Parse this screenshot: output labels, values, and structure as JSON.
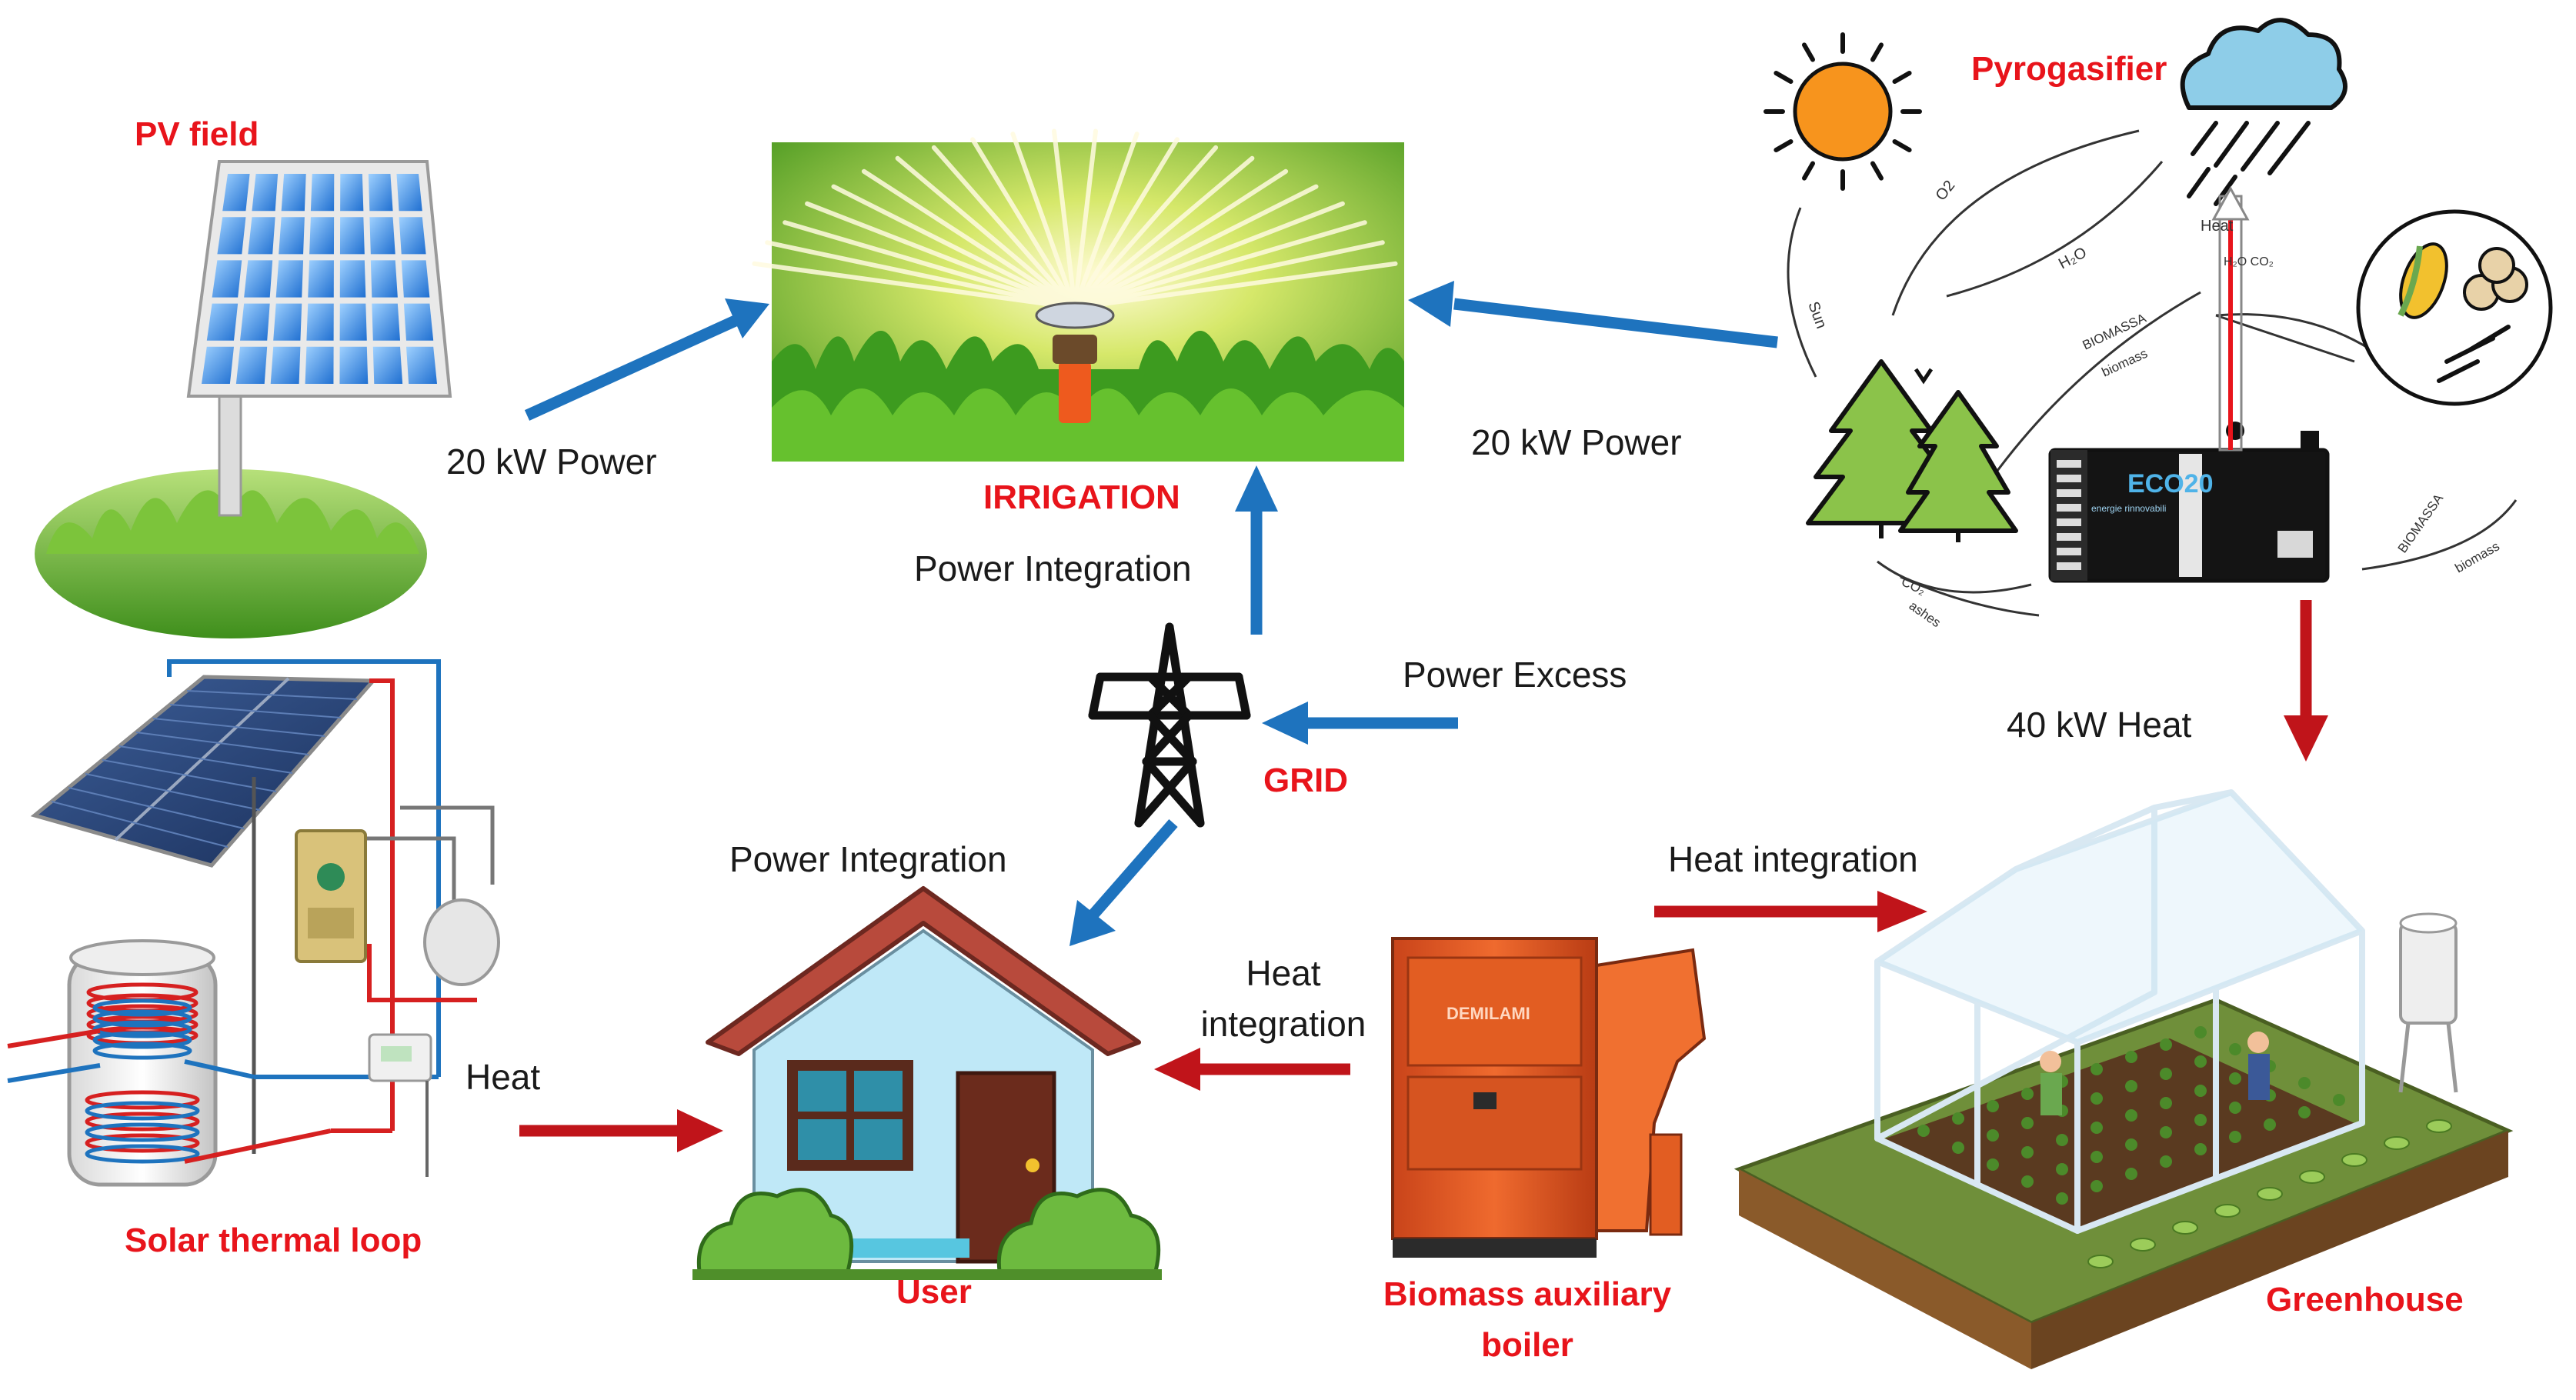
{
  "colors": {
    "label_red": "#e8141b",
    "power_arrow_blue": "#1e73be",
    "heat_arrow_red": "#c0141a",
    "text_dark": "#1a1a1a",
    "grass_green": "#5fb52a",
    "panel_blue": "#2a7fd6",
    "boiler_orange": "#e0561c",
    "tree_green": "#8bc34a",
    "sun_orange": "#f7941d"
  },
  "icons": [
    "solar-panel-icon",
    "sprinkler-icon",
    "sun-icon",
    "rain-cloud-icon",
    "pine-tree-icon",
    "gasifier-unit-icon",
    "biomass-fuel-icon",
    "transmission-tower-icon",
    "solar-collector-icon",
    "hot-water-tank-icon",
    "house-icon",
    "biomass-boiler-icon",
    "greenhouse-icon"
  ],
  "labels": {
    "pv_field": "PV field",
    "irrigation": "IRRIGATION",
    "pyrogasifier": "Pyrogasifier",
    "grid": "GRID",
    "solar_thermal_loop": "Solar thermal loop",
    "user": "User",
    "biomass_boiler": "Biomass auxiliary boiler",
    "greenhouse": "Greenhouse"
  },
  "flows": {
    "pv_power": "20 kW  Power",
    "gasifier_power": "20 kW Power",
    "grid_power_integration_top": "Power Integration",
    "power_excess": "Power Excess",
    "gasifier_heat": "40 kW  Heat",
    "heat_integration_greenhouse": "Heat integration",
    "grid_power_integration_user": "Power Integration",
    "heat_integration_user": "Heat integration",
    "solar_heat": "Heat"
  },
  "cycle": {
    "o2": "O2",
    "h2o": "H₂O",
    "sun": "Sun",
    "heat": "Heat",
    "h2o_co2": "H₂O\nCO₂",
    "biomassa": "BIOMASSA",
    "biomass": "biomass",
    "co2": "CO₂",
    "ashes": "ashes",
    "brand": "ECO20",
    "brand_sub": "energie rinnovabili",
    "boiler_brand": "DEMILAMI"
  }
}
